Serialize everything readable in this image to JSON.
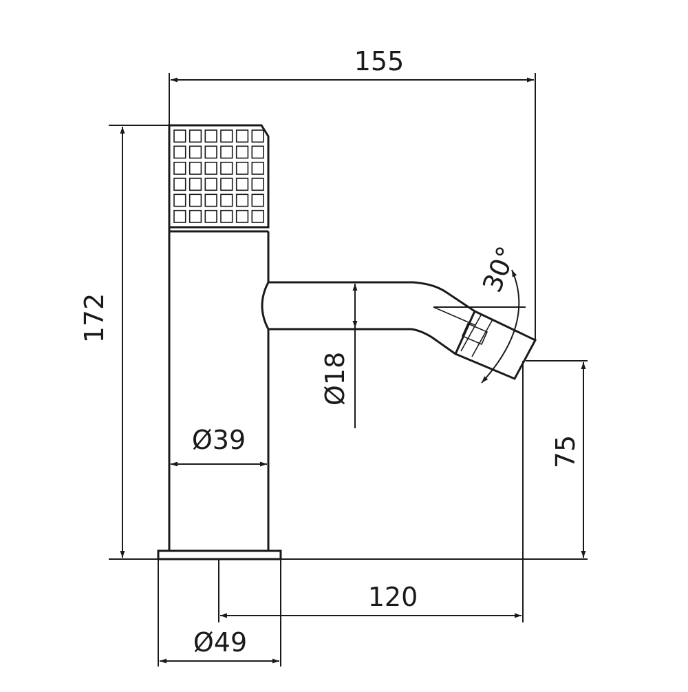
{
  "drawing": {
    "dimensions": {
      "overall_width": "155",
      "height": "172",
      "spout_diameter": "Ø18",
      "body_diameter": "Ø39",
      "base_diameter": "Ø49",
      "spout_reach": "120",
      "spout_height": "75",
      "spout_angle": "30°"
    }
  }
}
